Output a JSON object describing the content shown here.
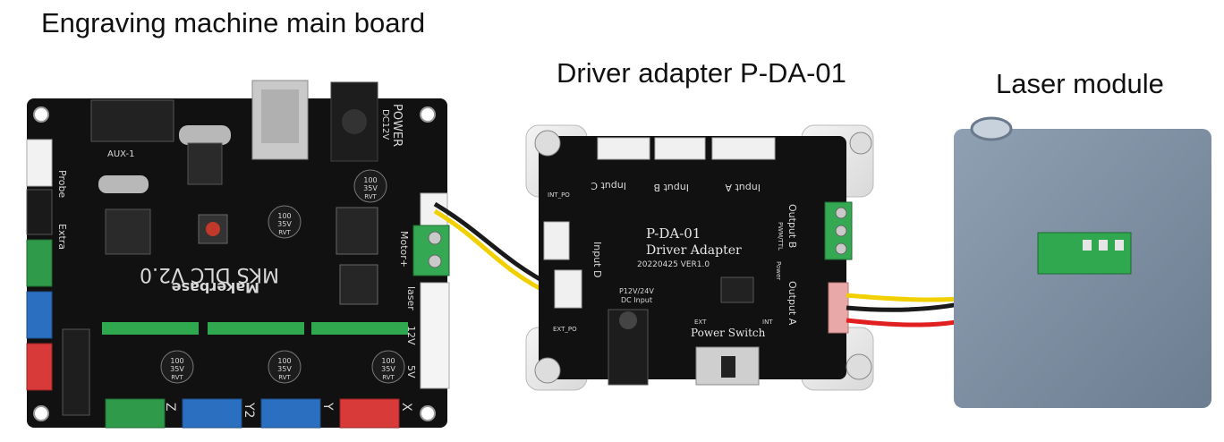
{
  "captions": {
    "main_board": "Engraving machine main board",
    "adapter": "Driver adapter P-DA-01",
    "laser": "Laser module"
  },
  "main_board": {
    "model_text": "MKS DLC V2.0",
    "brand_text": "Makerbase",
    "power_label": "POWER",
    "power_voltage": "DC12V",
    "aux_label": "AUX-1",
    "probe_label": "Probe",
    "extra_label": "Extra",
    "motor_label": "Motor+",
    "laser_label": "laser",
    "v12_label": "12V",
    "v5_label": "5V",
    "cap_value": "100",
    "cap_voltage": "35V",
    "cap_series": "RVT",
    "axis_labels": [
      "Z",
      "Y2",
      "Y",
      "X"
    ]
  },
  "adapter": {
    "title": "P-DA-01",
    "subtitle": "Driver Adapter",
    "version": "20220425 VER1.0",
    "input_a": "Input A",
    "input_b": "Input B",
    "input_c": "Input C",
    "input_d": "Input D",
    "output_a": "Output A",
    "output_b": "Output B",
    "dc_input_voltage": "P12V/24V",
    "dc_input_label": "DC Input",
    "power_switch": "Power Switch",
    "ext": "EXT",
    "int": "INT",
    "power": "Power",
    "pwm_ttl": "PWM/TTL",
    "int_po": "INT_PO",
    "ext_po": "EXT_PO"
  },
  "colors": {
    "pcb": "#111111",
    "connector_green": "#2f9a4a",
    "connector_blue": "#2a6fc0",
    "connector_red": "#d83a3a",
    "terminal_green": "#34a853",
    "wire_yellow": "#f2d000",
    "wire_red": "#e02020",
    "wire_black": "#1a1a1a",
    "laser_body": "#7e8fa3"
  }
}
